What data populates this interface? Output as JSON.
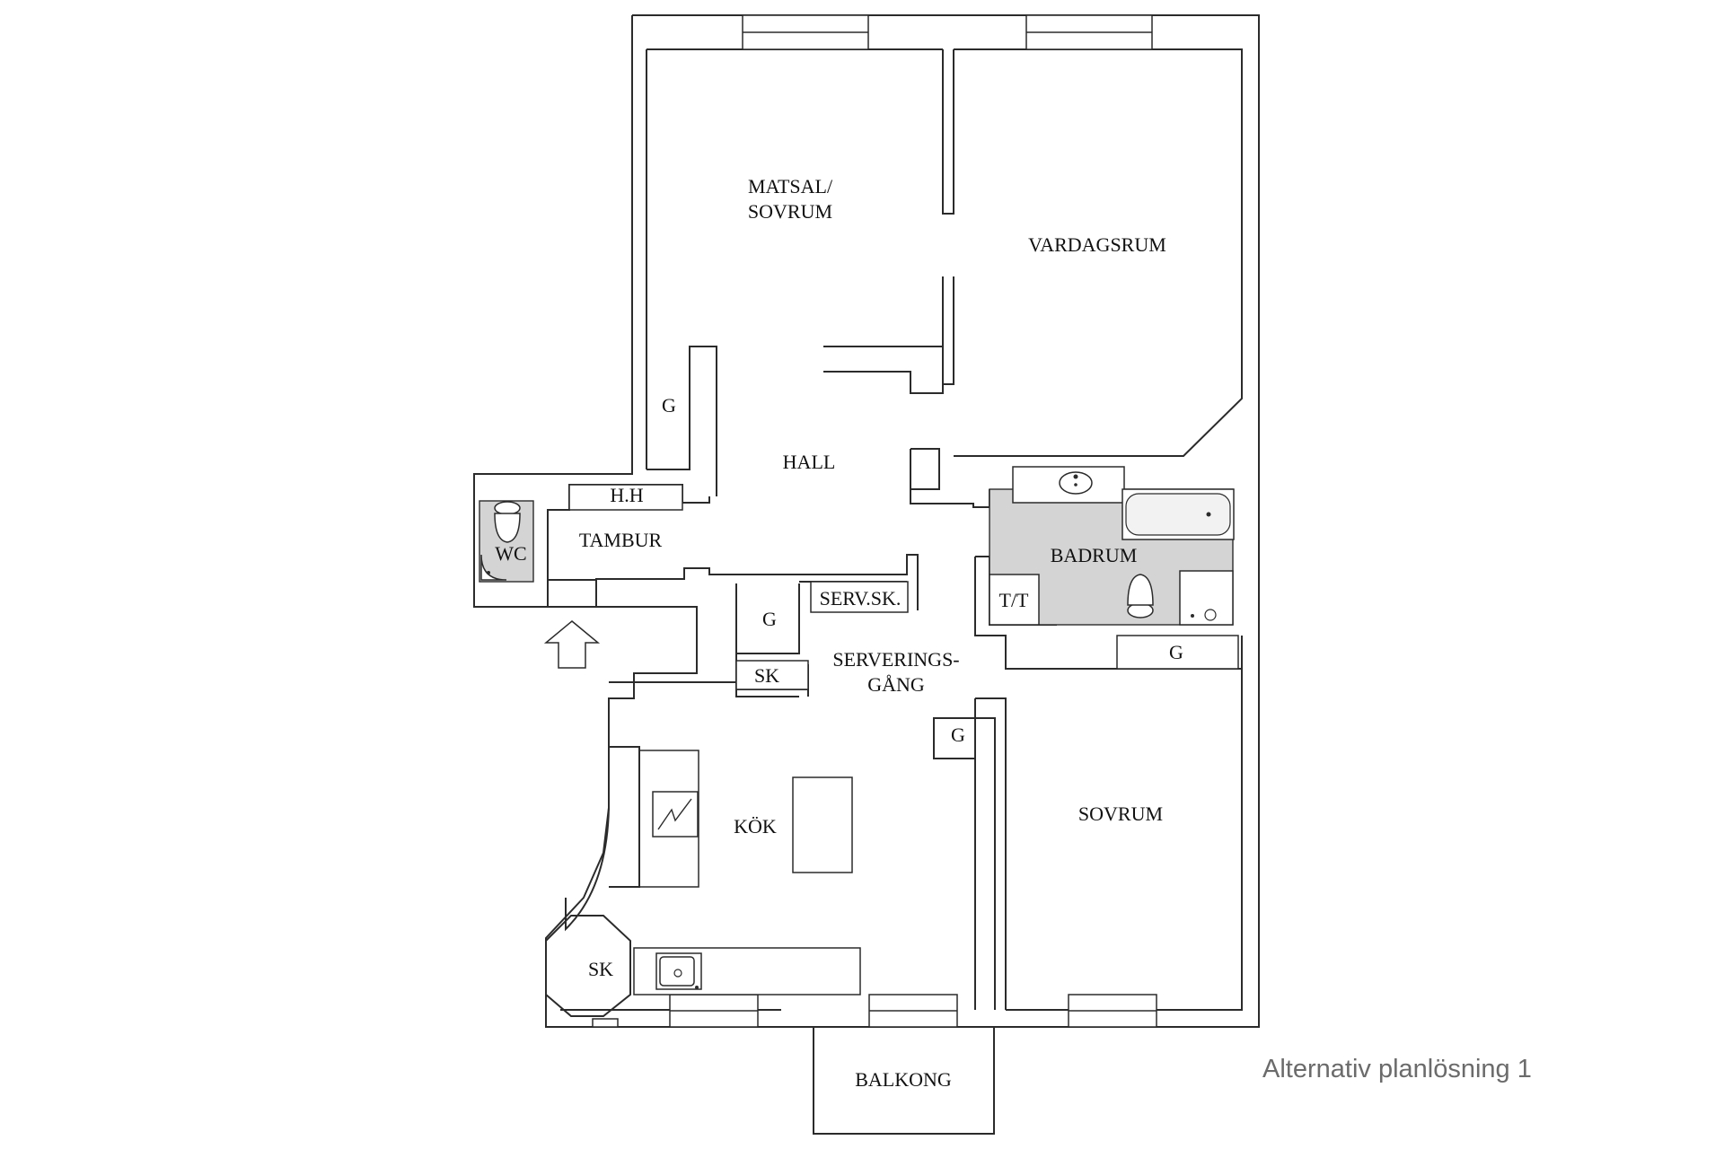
{
  "rooms": {
    "matsal_line1": "MATSAL/",
    "matsal_line2": "SOVRUM",
    "vardagsrum": "VARDAGSRUM",
    "hall": "HALL",
    "g_hall": "G",
    "hh": "H.H",
    "tambur": "TAMBUR",
    "wc": "WC",
    "badrum": "BADRUM",
    "tt": "T/T",
    "g_badrum": "G",
    "servsk": "SERV.SK.",
    "g_serv": "G",
    "sk_serv": "SK",
    "serveringsgang_line1": "SERVERINGS-",
    "serveringsgang_line2": "GÅNG",
    "g_sovrum": "G",
    "kok": "KÖK",
    "sk_kok": "SK",
    "sovrum": "SOVRUM",
    "balkong": "BALKONG"
  },
  "caption": "Alternativ planlösning 1",
  "colors": {
    "wall": "#2b2b2b",
    "wet_room": "#d4d4d4",
    "caption": "#6b6b6b"
  },
  "icons": [
    "entrance-arrow-icon",
    "toilet-icon",
    "sink-icon",
    "bathtub-icon",
    "shower-icon",
    "stove-icon",
    "kitchen-sink-icon"
  ]
}
